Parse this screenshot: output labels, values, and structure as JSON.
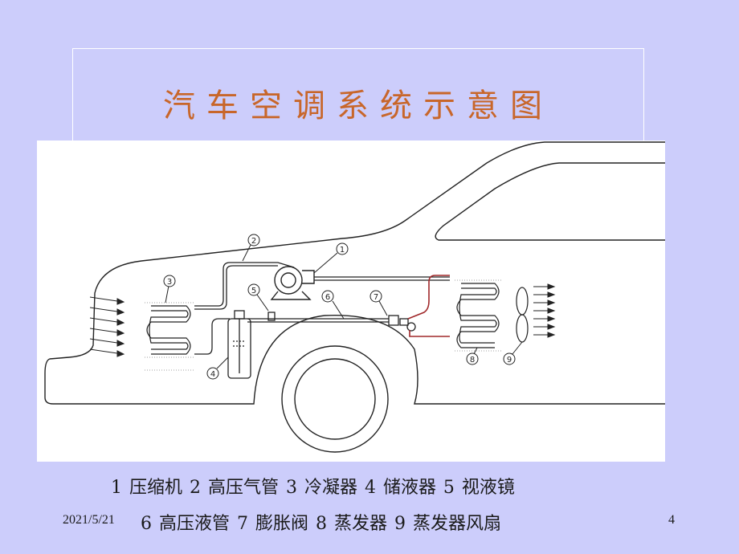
{
  "title": "汽车空调系统示意图",
  "labels": [
    "1",
    "2",
    "3",
    "4",
    "5",
    "6",
    "7",
    "8",
    "9"
  ],
  "caption_line1": "1 压缩机   2 高压气管   3 冷凝器   4 储液器   5 视液镜",
  "caption_line2": "6 高压液管   7 膨胀阀   8 蒸发器   9 蒸发器风扇",
  "footer": {
    "date": "2021/5/21",
    "page": "4"
  },
  "colors": {
    "background": "#cccdfb",
    "title": "#c8662a",
    "refrigerant_line": "#a0282a"
  }
}
